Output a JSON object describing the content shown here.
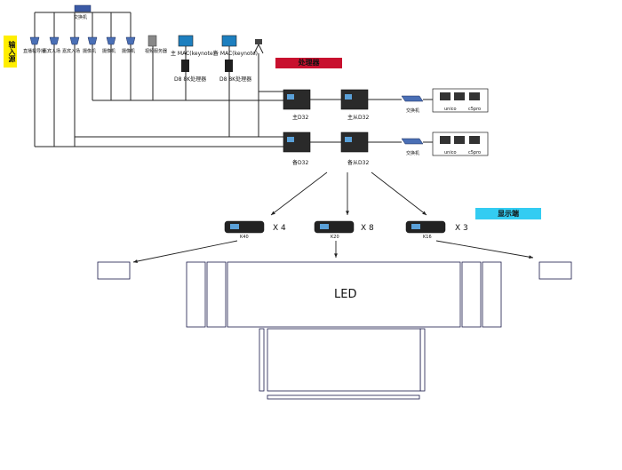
{
  "sections": {
    "input": "输入源",
    "processor": "处理器",
    "display": "显示端"
  },
  "colors": {
    "processor_banner": "#c8102e",
    "display_banner": "#33ccf2",
    "input_banner": "#ffee00",
    "screen_outline": "#1a1a4a",
    "line": "#222222"
  },
  "top_switch": "交换机",
  "input_sources": [
    {
      "label": "直播机导播",
      "icon": "camera-icon"
    },
    {
      "label": "嘉宾入场",
      "icon": "camera-icon"
    },
    {
      "label": "嘉宾入场",
      "icon": "camera-icon"
    },
    {
      "label": "摄像机",
      "icon": "camera-icon"
    },
    {
      "label": "摄像机",
      "icon": "camera-icon"
    },
    {
      "label": "摄像机",
      "icon": "camera-icon"
    },
    {
      "label": "视频服务器",
      "icon": "server-icon"
    }
  ],
  "macs": [
    {
      "label": "主 MAC(keynote)",
      "server": "D8 8K处理器"
    },
    {
      "label": "备 MAC(keynote)",
      "server": "D8 8K处理器"
    }
  ],
  "processors": {
    "main_row": [
      "主D32",
      "主从D32"
    ],
    "backup_row": [
      "备D32",
      "备从D32"
    ]
  },
  "switches": [
    "交换机",
    "交换机"
  ],
  "laptops": [
    "unico",
    "c5pro"
  ],
  "receivers": [
    {
      "label": "K40",
      "count": "X 4"
    },
    {
      "label": "K20",
      "count": "X 8"
    },
    {
      "label": "K16",
      "count": "X 3"
    }
  ],
  "led_label": "LED"
}
